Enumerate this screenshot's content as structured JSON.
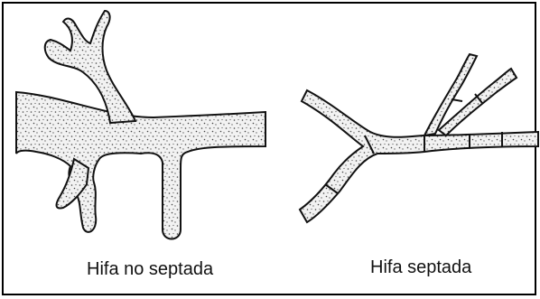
{
  "labels": {
    "non_septate": "Hifa no septada",
    "septate": "Hifa septada"
  },
  "colors": {
    "ink": "#111111",
    "fill": "#e6e6e6"
  },
  "icons": {
    "left_figure": "non-septate-hypha-drawing",
    "right_figure": "septate-hypha-drawing"
  }
}
